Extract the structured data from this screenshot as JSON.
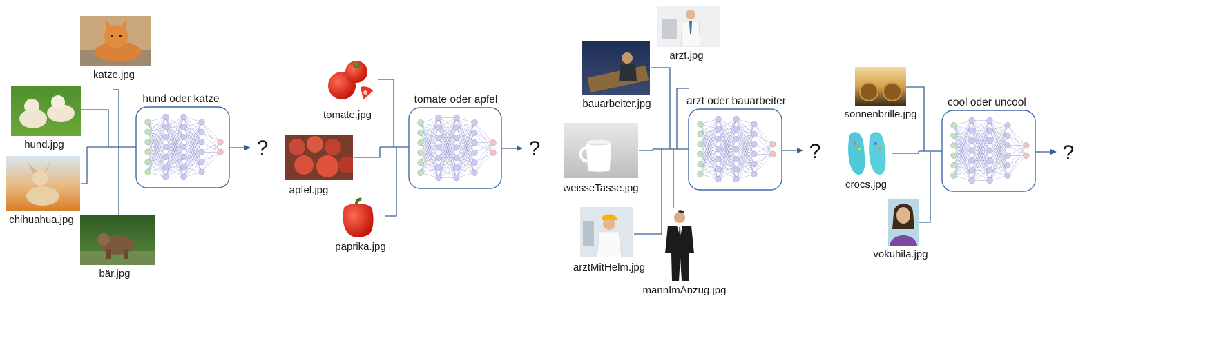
{
  "panels": [
    {
      "title": "hund oder katze",
      "result": "?",
      "images": [
        {
          "label": "katze.jpg",
          "icon": "cat-photo-icon"
        },
        {
          "label": "hund.jpg",
          "icon": "puppies-photo-icon"
        },
        {
          "label": "chihuahua.jpg",
          "icon": "chihuahua-photo-icon"
        },
        {
          "label": "bär.jpg",
          "icon": "bear-photo-icon"
        }
      ]
    },
    {
      "title": "tomate oder apfel",
      "result": "?",
      "images": [
        {
          "label": "tomate.jpg",
          "icon": "tomato-photo-icon"
        },
        {
          "label": "apfel.jpg",
          "icon": "apples-photo-icon"
        },
        {
          "label": "paprika.jpg",
          "icon": "paprika-photo-icon"
        }
      ]
    },
    {
      "title": "arzt oder bauarbeiter",
      "result": "?",
      "images": [
        {
          "label": "arzt.jpg",
          "icon": "doctor-photo-icon"
        },
        {
          "label": "bauarbeiter.jpg",
          "icon": "construction-worker-photo-icon"
        },
        {
          "label": "weisseTasse.jpg",
          "icon": "white-cup-photo-icon"
        },
        {
          "label": "arztMitHelm.jpg",
          "icon": "doctor-with-helmet-photo-icon"
        },
        {
          "label": "mannImAnzug.jpg",
          "icon": "man-in-suit-photo-icon"
        }
      ]
    },
    {
      "title": "cool oder uncool",
      "result": "?",
      "images": [
        {
          "label": "sonnenbrille.jpg",
          "icon": "sunglasses-photo-icon"
        },
        {
          "label": "crocs.jpg",
          "icon": "crocs-photo-icon"
        },
        {
          "label": "vokuhila.jpg",
          "icon": "mullet-photo-icon"
        }
      ]
    }
  ],
  "colors": {
    "wire": "#3b5f93",
    "box": "#3e6aa6",
    "input_node": "#bfe5b4",
    "hidden_node": "#cccaf0",
    "output_node": "#f3c2c2"
  }
}
